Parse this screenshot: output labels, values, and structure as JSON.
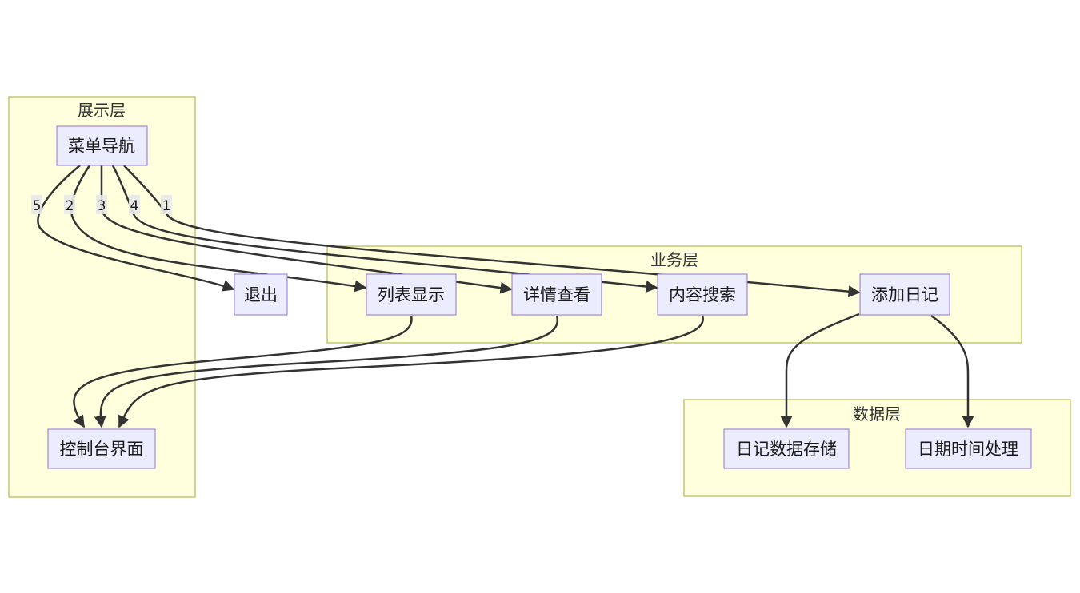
{
  "clusters": {
    "presentation": {
      "label": "展示层"
    },
    "business": {
      "label": "业务层"
    },
    "data": {
      "label": "数据层"
    }
  },
  "nodes": {
    "menu": {
      "label": "菜单导航"
    },
    "console": {
      "label": "控制台界面"
    },
    "exit": {
      "label": "退出"
    },
    "list": {
      "label": "列表显示"
    },
    "detail": {
      "label": "详情查看"
    },
    "search": {
      "label": "内容搜索"
    },
    "add": {
      "label": "添加日记"
    },
    "storage": {
      "label": "日记数据存储"
    },
    "datetime": {
      "label": "日期时间处理"
    }
  },
  "edges": [
    {
      "from": "menu",
      "to": "exit",
      "label": "5"
    },
    {
      "from": "menu",
      "to": "list",
      "label": "2"
    },
    {
      "from": "menu",
      "to": "detail",
      "label": "3"
    },
    {
      "from": "menu",
      "to": "search",
      "label": "4"
    },
    {
      "from": "menu",
      "to": "add",
      "label": "1"
    },
    {
      "from": "list",
      "to": "console",
      "label": ""
    },
    {
      "from": "detail",
      "to": "console",
      "label": ""
    },
    {
      "from": "search",
      "to": "console",
      "label": ""
    },
    {
      "from": "add",
      "to": "storage",
      "label": ""
    },
    {
      "from": "add",
      "to": "datetime",
      "label": ""
    }
  ],
  "colors": {
    "cluster_fill": "#ffffde",
    "cluster_stroke": "#aaaa33",
    "node_fill": "#ececff",
    "node_stroke": "#9370db",
    "edge": "#333333"
  }
}
